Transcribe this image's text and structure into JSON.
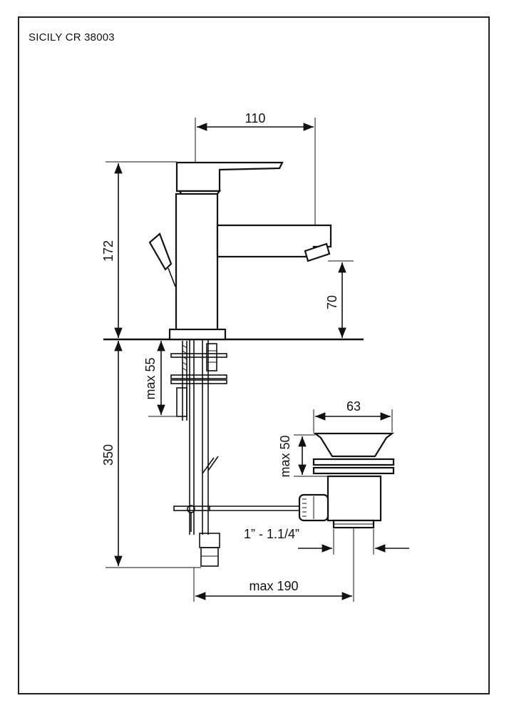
{
  "title": "SICILY CR 38003",
  "dimensions": {
    "spout_reach": "110",
    "total_height": "172",
    "spout_height": "70",
    "clamp_max": "max 55",
    "below_deck": "350",
    "waste_diameter": "63",
    "waste_height": "max 50",
    "waste_thread": "1” - 1.1/4”",
    "max_width": "max 190"
  }
}
